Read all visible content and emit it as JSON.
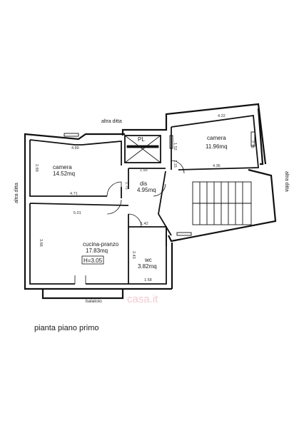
{
  "plan": {
    "caption": "pianta piano primo",
    "neighbors": {
      "top": "altra ditta",
      "left": "altra ditta",
      "right": "altra ditta"
    },
    "rooms": {
      "camera_left": {
        "name": "camera",
        "area": "14.52mq"
      },
      "camera_right": {
        "name": "camera",
        "area": "11.96mq"
      },
      "dis": {
        "name": "dis",
        "area": "4.95mq"
      },
      "cucina": {
        "name": "cucina-pranzo",
        "area": "17.83mq",
        "height": "H=3.05"
      },
      "wc": {
        "name": "wc",
        "area": "3.82mq"
      },
      "pl": "PL",
      "balatoio": "balatoio"
    },
    "dims": {
      "d489": "4.89",
      "d269": "2.69",
      "d471": "4.71",
      "d501": "5.01",
      "d366": "3.66",
      "d175": "1.75",
      "d193": "1.93",
      "d142": "1.42",
      "d243": "2.43",
      "d158": "1.58",
      "d422": "4.22",
      "d278": "2.78",
      "d436": "4.36",
      "d152": "1.52",
      "d115": "1.15"
    },
    "watermark": "casa.it",
    "colors": {
      "wall": "#111111",
      "paper": "#ffffff",
      "watermark": "#f3c9cf"
    }
  }
}
